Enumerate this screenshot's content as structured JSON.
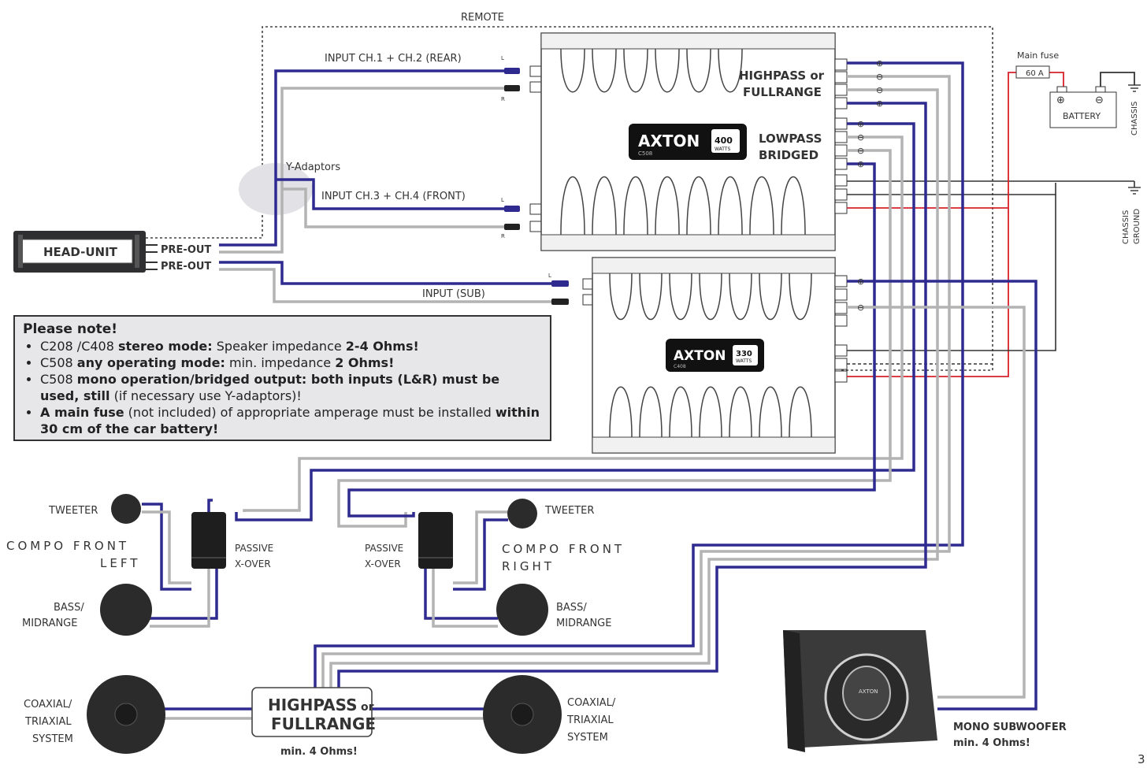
{
  "labels": {
    "remote": "REMOTE",
    "input_rear": "INPUT CH.1 + CH.2 (REAR)",
    "input_front": "INPUT CH.3 + CH.4 (FRONT)",
    "input_sub": "INPUT (SUB)",
    "y_adaptors": "Y-Adaptors",
    "head_unit": "HEAD-UNIT",
    "pre_out_1": "PRE-OUT",
    "pre_out_2": "PRE-OUT",
    "ch_l": "L",
    "ch_r": "R",
    "highpass_or": "HIGHPASS or",
    "fullrange": "FULLRANGE",
    "lowpass": "LOWPASS",
    "bridged": "BRIDGED",
    "amp1_logo": "AXTON",
    "amp1_model": "C508",
    "amp1_watts": "400",
    "amp1_watts_unit": "WATTS",
    "amp2_logo": "AXTON",
    "amp2_model": "C408",
    "amp2_watts": "330",
    "amp2_watts_unit": "WATTS",
    "main_fuse": "Main fuse",
    "fuse_value": "60 A",
    "battery": "BATTERY",
    "chassis": "CHASSIS",
    "chassis_ground_1": "CHASSIS",
    "chassis_ground_2": "GROUND",
    "tweeter_left": "TWEETER",
    "tweeter_right": "TWEETER",
    "compo_front_left_1": "COMPO FRONT",
    "compo_front_left_2": "LEFT",
    "compo_front_right_1": "COMPO FRONT",
    "compo_front_right_2": "RIGHT",
    "passive_1a": "PASSIVE",
    "passive_1b": "X-OVER",
    "passive_2a": "PASSIVE",
    "passive_2b": "X-OVER",
    "bass_left_1": "BASS/",
    "bass_left_2": "MIDRANGE",
    "bass_right_1": "BASS/",
    "bass_right_2": "MIDRANGE",
    "coax_left_1": "COAXIAL/",
    "coax_left_2": "TRIAXIAL",
    "coax_left_3": "SYSTEM",
    "coax_right_1": "COAXIAL/",
    "coax_right_2": "TRIAXIAL",
    "coax_right_3": "SYSTEM",
    "hp_box_1": "HIGHPASS",
    "hp_box_1b": "or",
    "hp_box_2": "FULLRANGE",
    "hp_min": "min. 4 Ohms!",
    "sub_1": "MONO SUBWOOFER",
    "sub_2": "min. 4 Ohms!",
    "sub_logo": "AXTON",
    "page_number": "3",
    "plus": "⊕",
    "minus": "⊖"
  },
  "note": {
    "title": "Please note!",
    "items": [
      [
        "C208 /C408 ",
        "stereo mode:",
        " Speaker impedance ",
        "2-4 Ohms!"
      ],
      [
        "C508 ",
        "any operating mode:",
        " min. impedance ",
        "2 Ohms!"
      ],
      [
        "C508 ",
        "mono operation/bridged output: both inputs (L&R) must be used, still",
        " (if necessary use Y-adaptors)!",
        ""
      ],
      [
        "",
        "A main fuse",
        " (not included) of appropriate amperage must be installed ",
        "within 30 cm of the car battery!"
      ]
    ]
  },
  "colors": {
    "signal": "#2e2a8f",
    "return": "#b3b3b3",
    "power": "#d8202a",
    "ground": "#333333",
    "amp_fill": "#ffffff",
    "note_bg": "#e7e7ea"
  }
}
